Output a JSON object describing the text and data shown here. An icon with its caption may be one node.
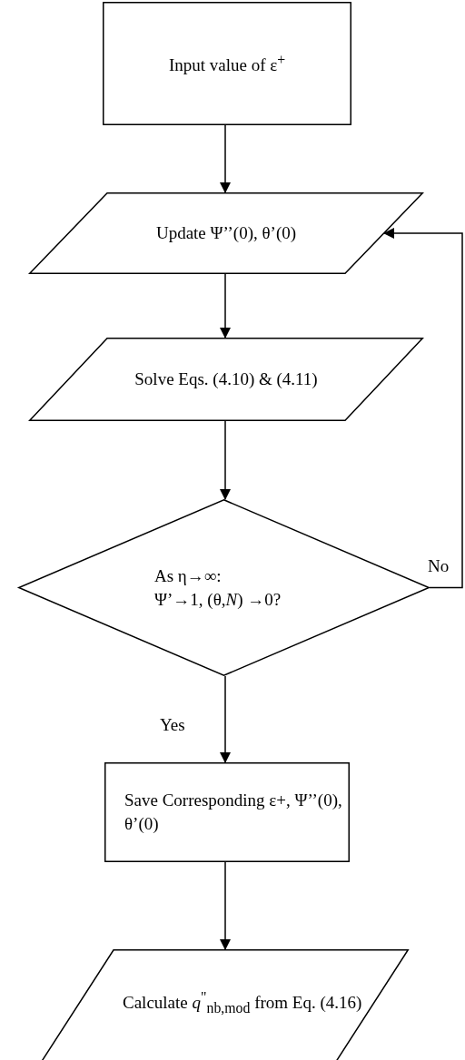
{
  "diagram": {
    "nodes": [
      {
        "text": [
          "Input value of ε$^{+}$"
        ]
      },
      {
        "text": [
          "Update Ψ’’(0), θ’(0)"
        ]
      },
      {
        "text": [
          "Solve Eqs. (4.10) & (4.11)"
        ]
      },
      {
        "text": [
          "As η→∞:",
          "Ψ’→1, (θ,*N*) →0?"
        ]
      },
      {
        "text": [
          "Save Corresponding ε+, Ψ’’(0), θ’(0)"
        ]
      },
      {
        "text": [
          "Calculate *q*$^{\"}$$_{nb,mod}$ from Eq. (4.16)"
        ]
      }
    ],
    "edges": [
      {
        "from": 0,
        "to": 1,
        "arrow": "to"
      },
      {
        "from": 1,
        "to": 2,
        "arrow": "to"
      },
      {
        "from": 2,
        "to": 3,
        "arrow": "to"
      },
      {
        "from": 3,
        "to": 1,
        "arrow": "to",
        "label": "No"
      },
      {
        "from": 3,
        "to": 4,
        "arrow": "to",
        "label": "Yes"
      },
      {
        "from": 4,
        "to": 5,
        "arrow": "to"
      }
    ]
  }
}
